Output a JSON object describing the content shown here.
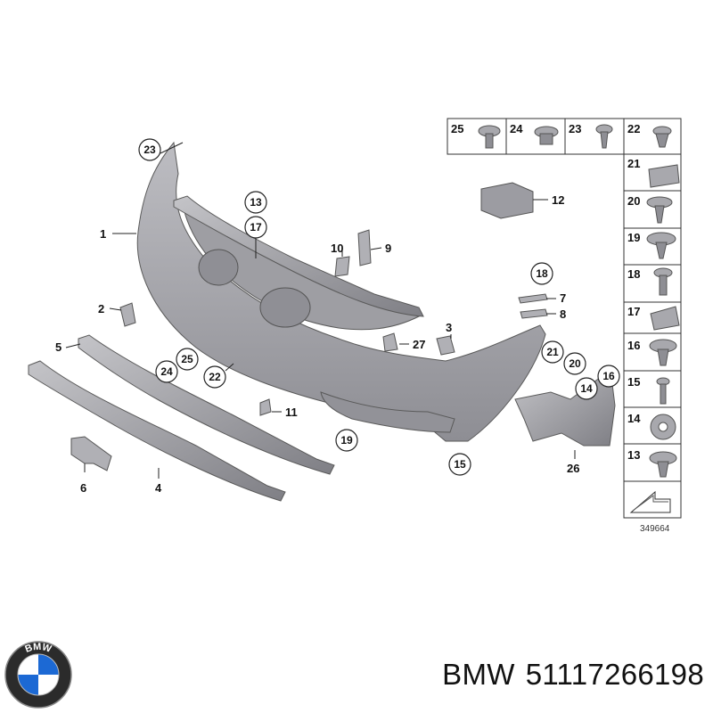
{
  "diagram": {
    "ref_number": "349664",
    "callouts": [
      "1",
      "2",
      "3",
      "4",
      "5",
      "6",
      "7",
      "8",
      "9",
      "10",
      "11",
      "12",
      "13",
      "14",
      "15",
      "16",
      "17",
      "18",
      "19",
      "20",
      "21",
      "22",
      "23",
      "24",
      "25",
      "26",
      "27"
    ],
    "small_parts_top": [
      "25",
      "24",
      "23",
      "22"
    ],
    "small_parts_side": [
      "21",
      "20",
      "19",
      "18",
      "17",
      "16",
      "15",
      "14",
      "13"
    ]
  },
  "logo": {
    "text": "BMW"
  },
  "caption": {
    "brand": "BMW",
    "part_number": "51117266198"
  },
  "colors": {
    "part_fill": "#a9a9ad",
    "part_dark": "#7d7d82",
    "line": "#222222"
  }
}
